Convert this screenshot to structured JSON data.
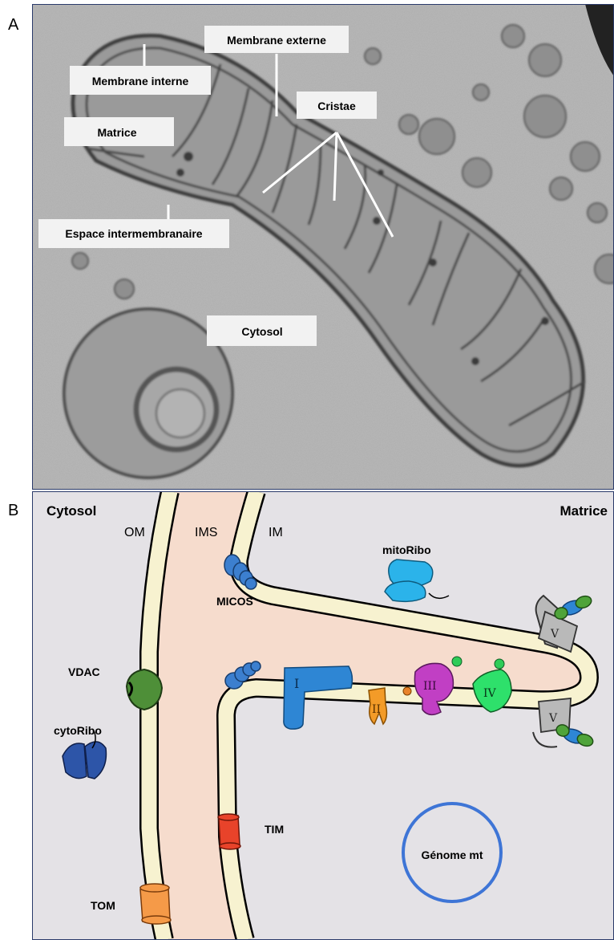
{
  "panel_a": {
    "letter": "A",
    "labels": {
      "membrane_externe": "Membrane externe",
      "membrane_interne": "Membrane interne",
      "cristae": "Cristae",
      "matrice": "Matrice",
      "espace_intermembranaire": "Espace intermembranaire",
      "cytosol": "Cytosol"
    }
  },
  "panel_b": {
    "letter": "B",
    "labels": {
      "cytosol": "Cytosol",
      "matrice": "Matrice",
      "om": "OM",
      "ims": "IMS",
      "im": "IM",
      "mitoribo": "mitoRibo",
      "micos": "MICOS",
      "vdac": "VDAC",
      "cytoribo": "cytoRibo",
      "tim": "TIM",
      "tom": "TOM",
      "genome": "Génome mt"
    },
    "complexes": {
      "c1": "I",
      "c2": "II",
      "c3": "III",
      "c4": "IV",
      "c5_top": "V",
      "c5_bottom": "V"
    },
    "colors": {
      "background": "#e4e2e6",
      "ims": "#f6dccd",
      "membrane": "#f7f2d0",
      "complex_i": "#2e86d4",
      "complex_ii": "#f39b28",
      "complex_iii": "#c13fc4",
      "complex_iv": "#2ee06b",
      "complex_v": "#b9b9b9",
      "vdac": "#4e8f38",
      "tim": "#e8432a",
      "tom": "#f59a48",
      "mitoribo": "#2bb3ea",
      "cytoribo": "#2d55a8",
      "micos": "#3c7fcf",
      "genome_circle": "#3e75d6"
    }
  }
}
